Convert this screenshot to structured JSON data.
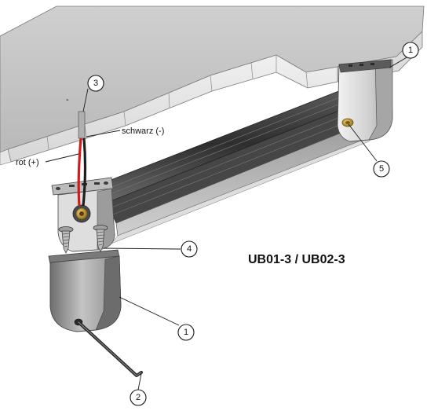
{
  "model_label": "UB01-3 / UB02-3",
  "wire_labels": {
    "black": "schwarz (-)",
    "red": "rot (+)",
    "minus_mark": "-"
  },
  "callouts": [
    {
      "id": "c1a",
      "number": "1"
    },
    {
      "id": "c1b",
      "number": "1"
    },
    {
      "id": "c2",
      "number": "2"
    },
    {
      "id": "c3",
      "number": "3"
    },
    {
      "id": "c4",
      "number": "4"
    },
    {
      "id": "c5",
      "number": "5"
    }
  ],
  "colors": {
    "ceiling_top": "#c8c8c8",
    "ceiling_front": "#b4b4b4",
    "ceiling_edge": "#8c8c8c",
    "heater_dark": "#3c3c3c",
    "heater_mid": "#5a5a5a",
    "endcap_light": "#d8d8d8",
    "endcap_shade": "#8e8e8e",
    "wire_red": "#d21c1c",
    "wire_black": "#1e1e1e",
    "brass": "#c8a040"
  }
}
